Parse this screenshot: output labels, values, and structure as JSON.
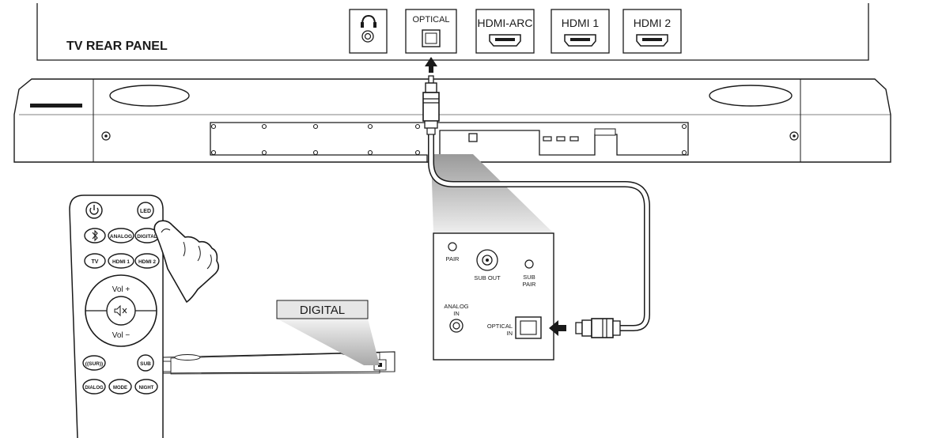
{
  "tv_panel": {
    "title": "TV REAR PANEL",
    "ports": [
      "OPTICAL",
      "HDMI-ARC",
      "HDMI 1",
      "HDMI 2"
    ]
  },
  "soundbar_panel": {
    "pair": "PAIR",
    "sub_out": "SUB OUT",
    "sub_pair_line1": "SUB",
    "sub_pair_line2": "PAIR",
    "analog_in_line1": "ANALOG",
    "analog_in_line2": "IN",
    "optical_in_line1": "OPTICAL",
    "optical_in_line2": "IN"
  },
  "remote": {
    "power_icon": "power-icon",
    "led": "LED",
    "bluetooth_icon": "bluetooth-icon",
    "analog": "ANALOG",
    "digital": "DIGITAL",
    "tv": "TV",
    "hdmi1": "HDMI 1",
    "hdmi2": "HDMI 2",
    "vol_up": "Vol +",
    "vol_down": "Vol −",
    "mute_icon": "mute-icon",
    "surr": "((SUR))",
    "sub": "SUB",
    "dialog": "DIALOG",
    "mode": "MODE",
    "night": "NIGHT"
  },
  "display_label": "DIGITAL",
  "colors": {
    "line": "#1a1a1a",
    "beam_fill": "#d6d6d6",
    "label_fill": "#e6e6e6"
  }
}
